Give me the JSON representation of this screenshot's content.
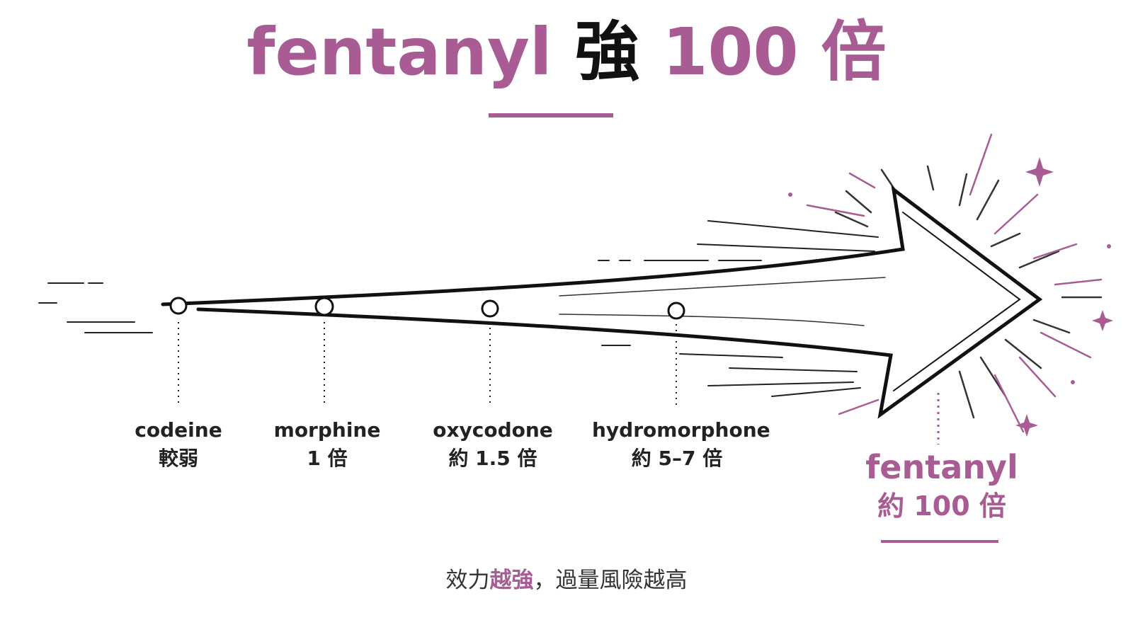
{
  "title": {
    "drug": "fentanyl",
    "strong": "強",
    "multiplier": "100 倍"
  },
  "drugs": [
    {
      "name": "codeine",
      "potency": "較弱"
    },
    {
      "name": "morphine",
      "potency": "1 倍"
    },
    {
      "name": "oxycodone",
      "potency": "約 1.5 倍"
    },
    {
      "name": "hydromorphone",
      "potency": "約 5–7 倍"
    }
  ],
  "highlight": {
    "name": "fentanyl",
    "potency": "約 100 倍"
  },
  "footer": {
    "prefix": "效力",
    "accent": "越強",
    "suffix": "，過量風險越高"
  },
  "colors": {
    "accent": "#a85c93",
    "ink": "#111111"
  }
}
